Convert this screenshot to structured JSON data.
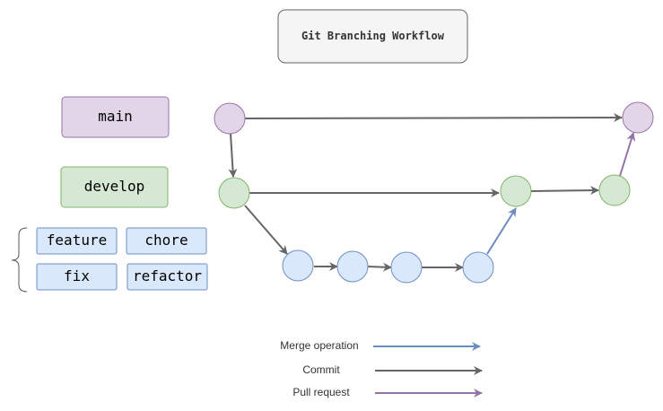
{
  "title": "Git Branching Workflow",
  "branches": {
    "main": "main",
    "develop": "develop",
    "feature": "feature",
    "chore": "chore",
    "fix": "fix",
    "refactor": "refactor"
  },
  "legend": {
    "merge": "Merge operation",
    "commit": "Commit",
    "pull_request": "Pull request"
  },
  "colors": {
    "main_fill": "#e1d5e7",
    "main_stroke": "#9673a6",
    "develop_fill": "#d5e8d4",
    "develop_stroke": "#82b366",
    "feature_fill": "#dae8fc",
    "feature_stroke": "#6c8ebf",
    "commit_arrow": "#666666",
    "merge_arrow": "#6c8ebf",
    "pr_arrow": "#9673a6"
  }
}
